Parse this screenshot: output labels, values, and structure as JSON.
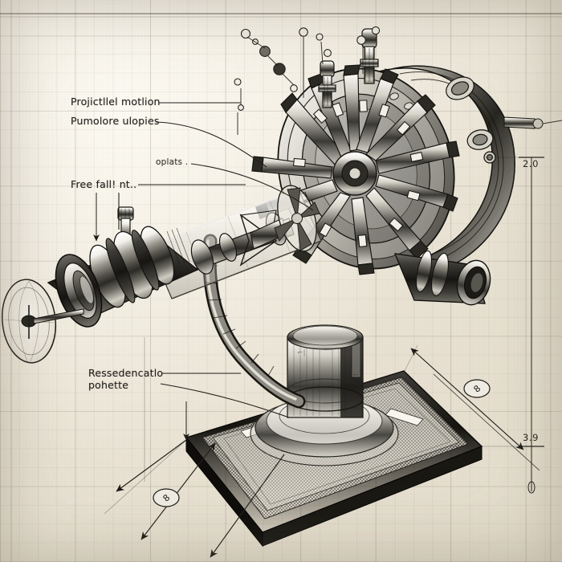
{
  "document": {
    "title": "Technical blueprint sketch — radial engine telescope assembly",
    "medium": "pencil-and-ink drafting sketch on gridded cream paper",
    "paper_color": "#efe9dd",
    "ink_color": "#1d1b18",
    "grid_color": "#6f6858"
  },
  "annotations": [
    {
      "id": "projectile-motion",
      "text": "Projictllel motlion",
      "size": "lg"
    },
    {
      "id": "pendulum-slopes",
      "text": "Pumolore ulopies",
      "size": "lg"
    },
    {
      "id": "oplats",
      "text": "oplats .",
      "size": "sm"
    },
    {
      "id": "free-fall",
      "text": "Free fall! nt..",
      "size": "lg"
    },
    {
      "id": "resonance-line1",
      "text": "Ressedencatlo",
      "size": "lg"
    },
    {
      "id": "resonance-line2",
      "text": "pohette",
      "size": "lg"
    }
  ],
  "dimensions": {
    "vertical_right": {
      "top_value": "2.0",
      "bottom_value": "3.9"
    },
    "badges": [
      {
        "id": "badge-lower-left",
        "value": "8"
      },
      {
        "id": "badge-lower-right",
        "value": "8"
      }
    ]
  },
  "figure": {
    "name": "radial-engine-telescope-assembly",
    "parts": [
      "objective-disc",
      "lens-barrel",
      "glass-tube-section",
      "drive-shaft",
      "impeller-fan",
      "radial-engine-drum",
      "radial-conical-pins",
      "exhaust-nozzle",
      "elbow-conduit",
      "support-column",
      "base-plinth"
    ]
  }
}
